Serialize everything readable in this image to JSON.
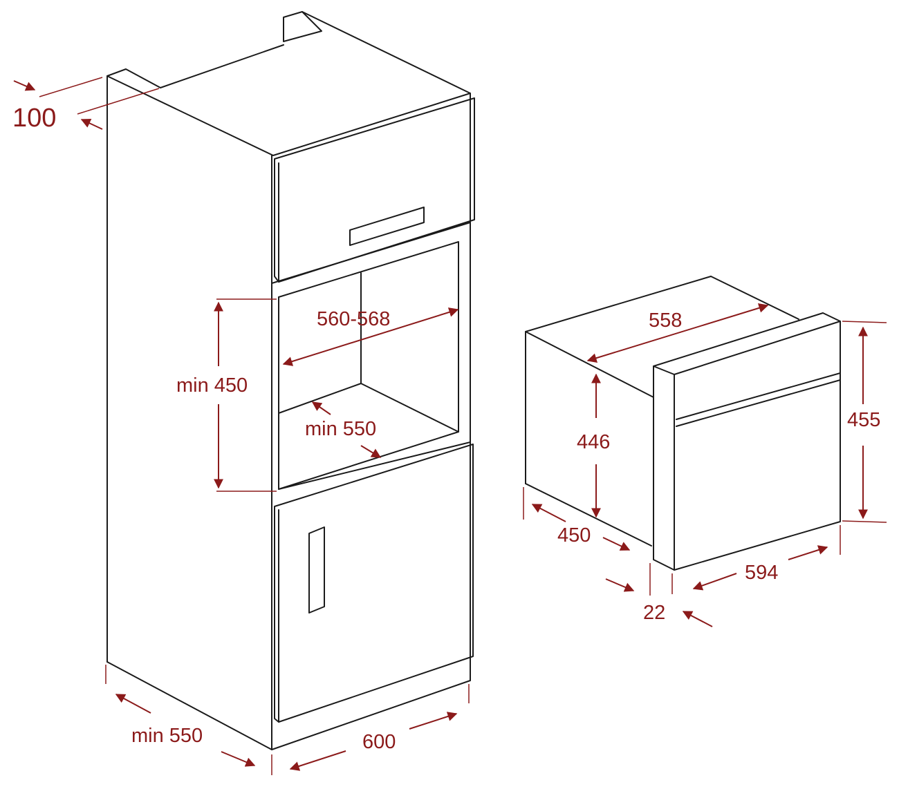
{
  "dimensions": {
    "top_gap": "100",
    "niche_width": "560-568",
    "niche_height": "min 450",
    "niche_depth": "min 550",
    "cabinet_depth": "min 550",
    "cabinet_width": "600",
    "oven_depth": "558",
    "oven_body_height": "446",
    "oven_height": "455",
    "oven_body_depth": "450",
    "oven_width": "594",
    "front_thickness": "22"
  },
  "colors": {
    "outline": "#1a1a1a",
    "dimension": "#8b1a1a",
    "background": "#ffffff"
  }
}
